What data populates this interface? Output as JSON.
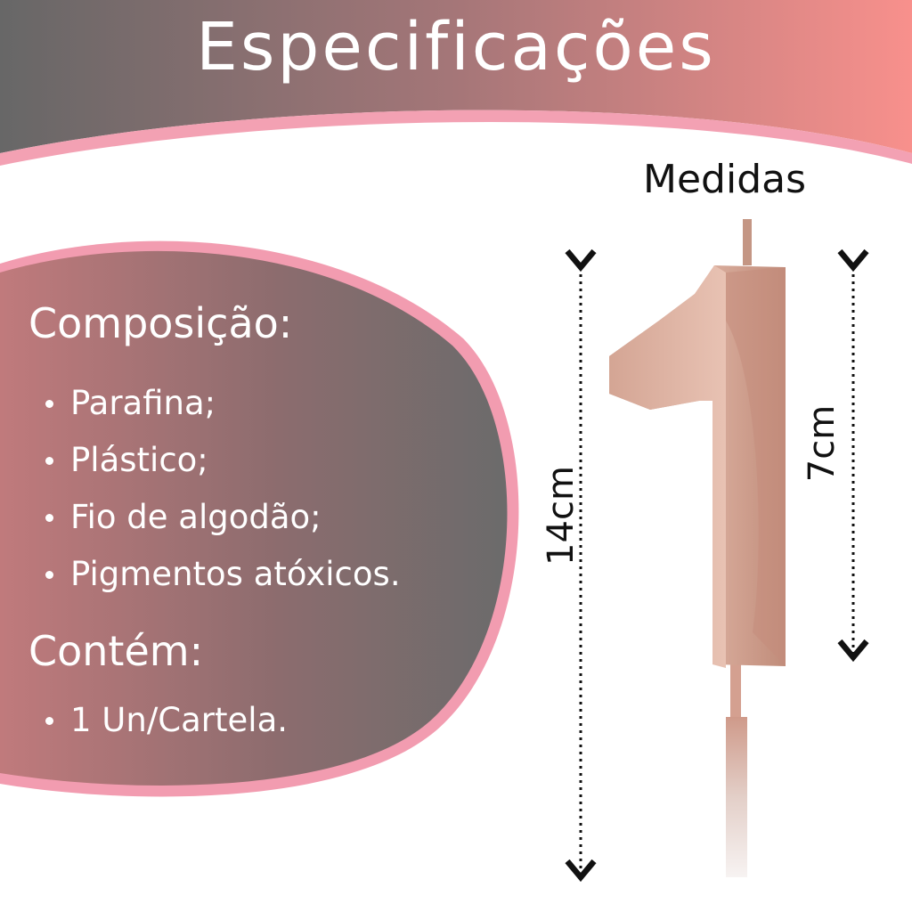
{
  "header": {
    "title": "Especificações"
  },
  "measurements": {
    "title": "Medidas",
    "total_height": "14cm",
    "number_height": "7cm"
  },
  "composition": {
    "title": "Composição:",
    "items": [
      "Parafina;",
      "Plástico;",
      "Fio de algodão;",
      "Pigmentos atóxicos."
    ]
  },
  "contents": {
    "title": "Contém:",
    "items": [
      "1 Un/Cartela."
    ]
  },
  "colors": {
    "header_gradient_start": "#6b6b6b",
    "header_gradient_end": "#f58f8d",
    "accent_pink": "#f2a0b0",
    "rose_gold": "#c99a87"
  },
  "product": {
    "name": "candle-number-one-icon"
  }
}
